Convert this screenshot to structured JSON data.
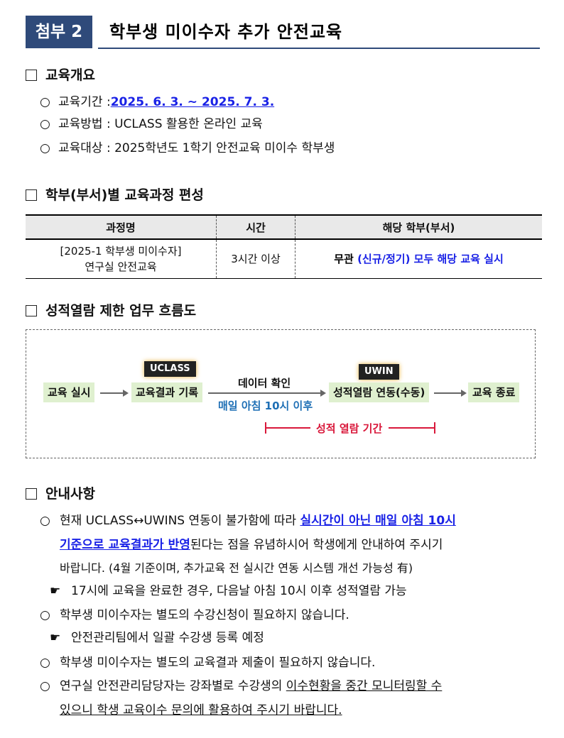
{
  "header": {
    "badge": "첨부 2",
    "title": "학부생 미이수자 추가 안전교육"
  },
  "overview": {
    "heading": "교육개요",
    "period_label": "교육기간 : ",
    "period_value": "2025. 6. 3. ~ 2025. 7. 3.",
    "method": "교육방법 : UCLASS 활용한 온라인 교육",
    "target": "교육대상 : 2025학년도 1학기 안전교육 미이수 학부생"
  },
  "curriculum": {
    "heading": "학부(부서)별 교육과정 편성",
    "headers": [
      "과정명",
      "시간",
      "해당 학부(부서)"
    ],
    "course_line1": "[2025-1 학부생 미이수자]",
    "course_line2": "연구실 안전교육",
    "time": "3시간 이상",
    "dept_black1": "무관 ",
    "dept_blue": "(신규/정기) 모두 해당 교육 실시",
    "dept_black2": ""
  },
  "flow": {
    "heading": "성적열람 제한 업무 흐름도",
    "step1": "교육 실시",
    "step2": "교육결과 기록",
    "tag1": "UCLASS",
    "mid_top": "데이터 확인",
    "mid_bottom": "매일 아침 10시 이후",
    "step3": "성적열람 연동(수동)",
    "tag2": "UWIN",
    "step4": "교육 종료",
    "period": "성적 열람 기간"
  },
  "notice": {
    "heading": "안내사항",
    "item1_a": "현재 UCLASS↔UWINS 연동이 불가함에 따라 ",
    "item1_b": "실시간이 아닌 매일 아침 10시",
    "item1_c": "기준으로 교육결과가 반영",
    "item1_d": "된다는 점을 유념하시어 학생에게 안내하여 주시기",
    "item1_e": "바랍니다. (4월 기준이며, 추가교육 전 실시간 연동 시스템 개선 가능성 有)",
    "item1_sub": "17시에 교육을 완료한 경우, 다음날 아침 10시 이후 성적열람 가능",
    "item2": "학부생 미이수자는 별도의 수강신청이 필요하지 않습니다.",
    "item2_sub": "안전관리팀에서 일괄 수강생 등록 예정",
    "item3": "학부생 미이수자는 별도의 교육결과 제출이 필요하지 않습니다.",
    "item4_a": "연구실 안전관리담당자는 강좌별로 수강생의 ",
    "item4_b": "이수현황을 중간 모니터링할 수",
    "item4_c": "있으니 학생 교육이수 문의에 활용하여 주시기 바랍니다."
  },
  "colors": {
    "header_bg": "#2f4a7a",
    "accent_blue": "#1a22e6",
    "flow_red": "#d9183b",
    "node_green": "#dff0cf"
  }
}
